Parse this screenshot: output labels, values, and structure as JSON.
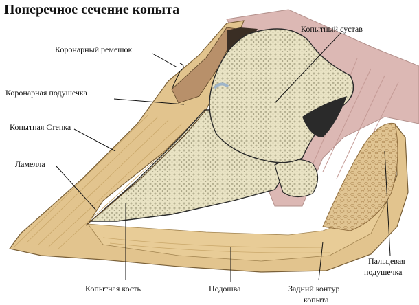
{
  "title": "Поперечное сечение копыта",
  "labels": {
    "coronary_band": "Коронарный ремешок",
    "coronary_cushion": "Коронарная подушечка",
    "hoof_wall": "Копытная Стенка",
    "lamella": "Ламелла",
    "coffin_joint": "Копытный сустав",
    "digital_cushion_line1": "Пальцевая",
    "digital_cushion_line2": "подушечка",
    "coffin_bone": "Копытная кость",
    "sole": "Подошва",
    "heel_line1": "Задний контур",
    "heel_line2": "копыта"
  },
  "colors": {
    "hoof_wall": "#e2c48e",
    "hoof_edge": "#c9a76a",
    "bone": "#e9e3c4",
    "bone_dots": "#8f8a6c",
    "cartilage": "#dcd6b6",
    "tendon": "#dcb8b4",
    "sole": "#e8cc97",
    "digital_cushion": "#e0c492",
    "dark": "#2a2a2a",
    "joint_blue": "#9fb5c9"
  }
}
